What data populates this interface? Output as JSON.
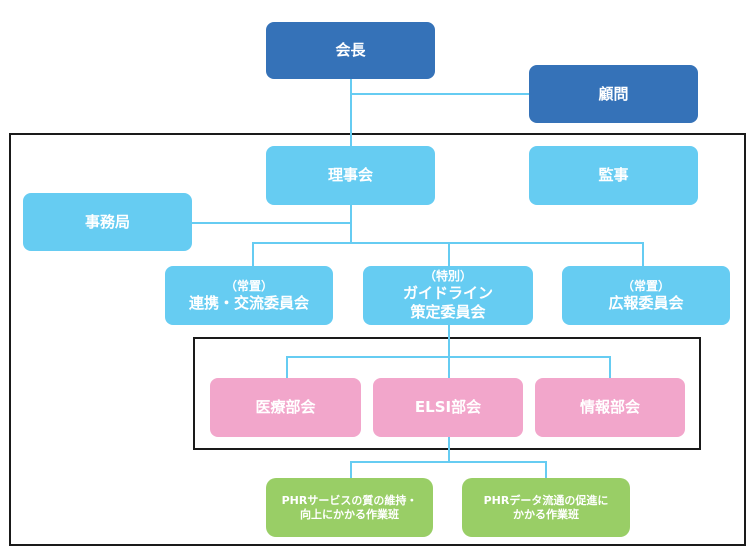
{
  "org": {
    "chairman": "会長",
    "advisor": "顧問",
    "board": "理事会",
    "auditor": "監事",
    "secretariat": "事務局",
    "committee_left": {
      "tag": "（常置）",
      "name": "連携・交流委員会"
    },
    "committee_center": {
      "tag": "（特別）",
      "name_line1": "ガイドライン",
      "name_line2": "策定委員会"
    },
    "committee_right": {
      "tag": "（常置）",
      "name": "広報委員会"
    },
    "subcommittees": [
      "医療部会",
      "ELSI部会",
      "情報部会"
    ],
    "working_groups": [
      {
        "line1": "PHRサービスの質の維持・",
        "line2": "向上にかかる作業班"
      },
      {
        "line1": "PHRデータ流通の促進に",
        "line2": "かかる作業班"
      }
    ]
  },
  "colors": {
    "dark_blue": "#3572b8",
    "light_blue": "#66ccf2",
    "pink": "#f2a6cb",
    "green": "#99ce66",
    "frame": "#1a1a1a"
  }
}
